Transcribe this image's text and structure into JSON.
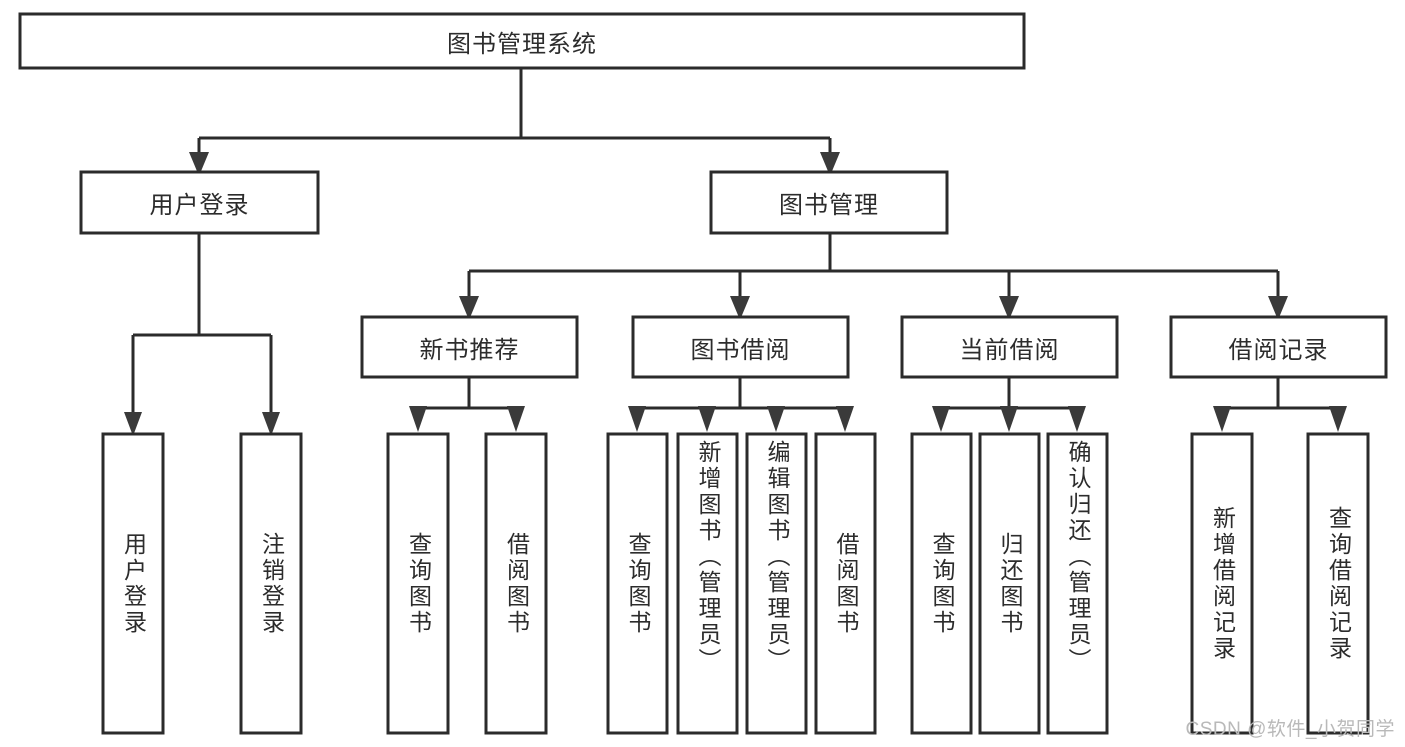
{
  "diagram": {
    "type": "tree-hierarchy",
    "title": "图书管理系统",
    "watermark": "CSDN @软件_小贺同学",
    "colors": {
      "box_stroke": "#2b2b2b",
      "box_fill": "#ffffff",
      "connector": "#2b2b2b",
      "text": "#2c2c2c",
      "watermark": "#b9b9b9",
      "background": "#ffffff"
    },
    "levels": {
      "root": {
        "label": "图书管理系统",
        "orientation": "horizontal"
      },
      "level2": [
        {
          "label": "用户登录",
          "orientation": "horizontal"
        },
        {
          "label": "图书管理",
          "orientation": "horizontal"
        }
      ],
      "level3": [
        {
          "label": "新书推荐",
          "orientation": "horizontal",
          "parent": "图书管理"
        },
        {
          "label": "图书借阅",
          "orientation": "horizontal",
          "parent": "图书管理"
        },
        {
          "label": "当前借阅",
          "orientation": "horizontal",
          "parent": "图书管理"
        },
        {
          "label": "借阅记录",
          "orientation": "horizontal",
          "parent": "图书管理"
        }
      ],
      "leaves": [
        {
          "label": "用户登录",
          "orientation": "vertical",
          "parent": "用户登录"
        },
        {
          "label": "注销登录",
          "orientation": "vertical",
          "parent": "用户登录"
        },
        {
          "label": "查询图书",
          "orientation": "vertical",
          "parent": "新书推荐"
        },
        {
          "label": "借阅图书",
          "orientation": "vertical",
          "parent": "新书推荐"
        },
        {
          "label": "查询图书",
          "orientation": "vertical",
          "parent": "图书借阅"
        },
        {
          "label": "新增图书（管理员）",
          "orientation": "vertical",
          "parent": "图书借阅"
        },
        {
          "label": "编辑图书（管理员）",
          "orientation": "vertical",
          "parent": "图书借阅"
        },
        {
          "label": "借阅图书",
          "orientation": "vertical",
          "parent": "图书借阅"
        },
        {
          "label": "查询图书",
          "orientation": "vertical",
          "parent": "当前借阅"
        },
        {
          "label": "归还图书",
          "orientation": "vertical",
          "parent": "当前借阅"
        },
        {
          "label": "确认归还（管理员）",
          "orientation": "vertical",
          "parent": "当前借阅"
        },
        {
          "label": "新增借阅记录",
          "orientation": "vertical",
          "parent": "借阅记录"
        },
        {
          "label": "查询借阅记录",
          "orientation": "vertical",
          "parent": "借阅记录"
        }
      ]
    },
    "nodes": {
      "root": "图书管理系统",
      "n_user_login": "用户登录",
      "n_book_mgmt": "图书管理",
      "n_new_book_rec": "新书推荐",
      "n_book_borrow": "图书借阅",
      "n_current_borrow": "当前借阅",
      "n_borrow_record": "借阅记录",
      "l_user_login": "用户登录",
      "l_logout": "注销登录",
      "l_query_book_1": "查询图书",
      "l_borrow_book_1": "借阅图书",
      "l_query_book_2": "查询图书",
      "l_add_book_admin": "新增图书（管理员）",
      "l_edit_book_admin": "编辑图书（管理员）",
      "l_borrow_book_2": "借阅图书",
      "l_query_book_3": "查询图书",
      "l_return_book": "归还图书",
      "l_confirm_return_admin": "确认归还（管理员）",
      "l_add_borrow_record": "新增借阅记录",
      "l_query_borrow_record": "查询借阅记录"
    }
  }
}
